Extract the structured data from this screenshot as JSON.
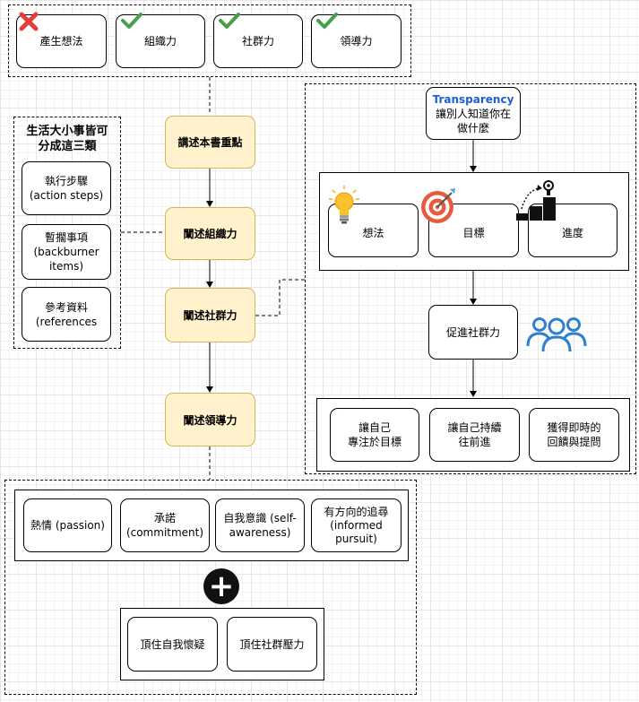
{
  "top_row": [
    {
      "label": "產生想法",
      "mark": "cross"
    },
    {
      "label": "組織力",
      "mark": "check"
    },
    {
      "label": "社群力",
      "mark": "check"
    },
    {
      "label": "領導力",
      "mark": "check"
    }
  ],
  "left_group": {
    "title": "生活大小事皆可\n分成這三類",
    "items": [
      "執行步驟\n(action steps)",
      "暫擱事項\n(backburner\nitems)",
      "參考資料\n(references"
    ]
  },
  "center_flow": [
    "講述本書重點",
    "闡述組織力",
    "闡述社群力",
    "闡述領導力"
  ],
  "right_group": {
    "transparency_title": "Transparency",
    "transparency_text": "讓別人知道你在\n做什麼",
    "cards": [
      "想法",
      "目標",
      "進度"
    ],
    "promote": "促進社群力",
    "outcomes": [
      "讓自己\n專注於目標",
      "讓自己持續\n往前進",
      "獲得即時的\n回饋與提問"
    ]
  },
  "bottom_group": {
    "traits": [
      "熱情 (passion)",
      "承諾\n(commitment)",
      "自我意識 (self-\nawareness)",
      "有方向的追尋\n(informed\npursuit)"
    ],
    "plus_sign": "+",
    "resist": [
      "頂住自我懷疑",
      "頂住社群壓力"
    ]
  },
  "colors": {
    "check": "#46a046",
    "cross": "#e63c3c",
    "yellow_fill": "#fff2cc",
    "yellow_border": "#d6b656",
    "transparency_text": "#1f5fd6",
    "people_icon": "#2f80d0"
  }
}
